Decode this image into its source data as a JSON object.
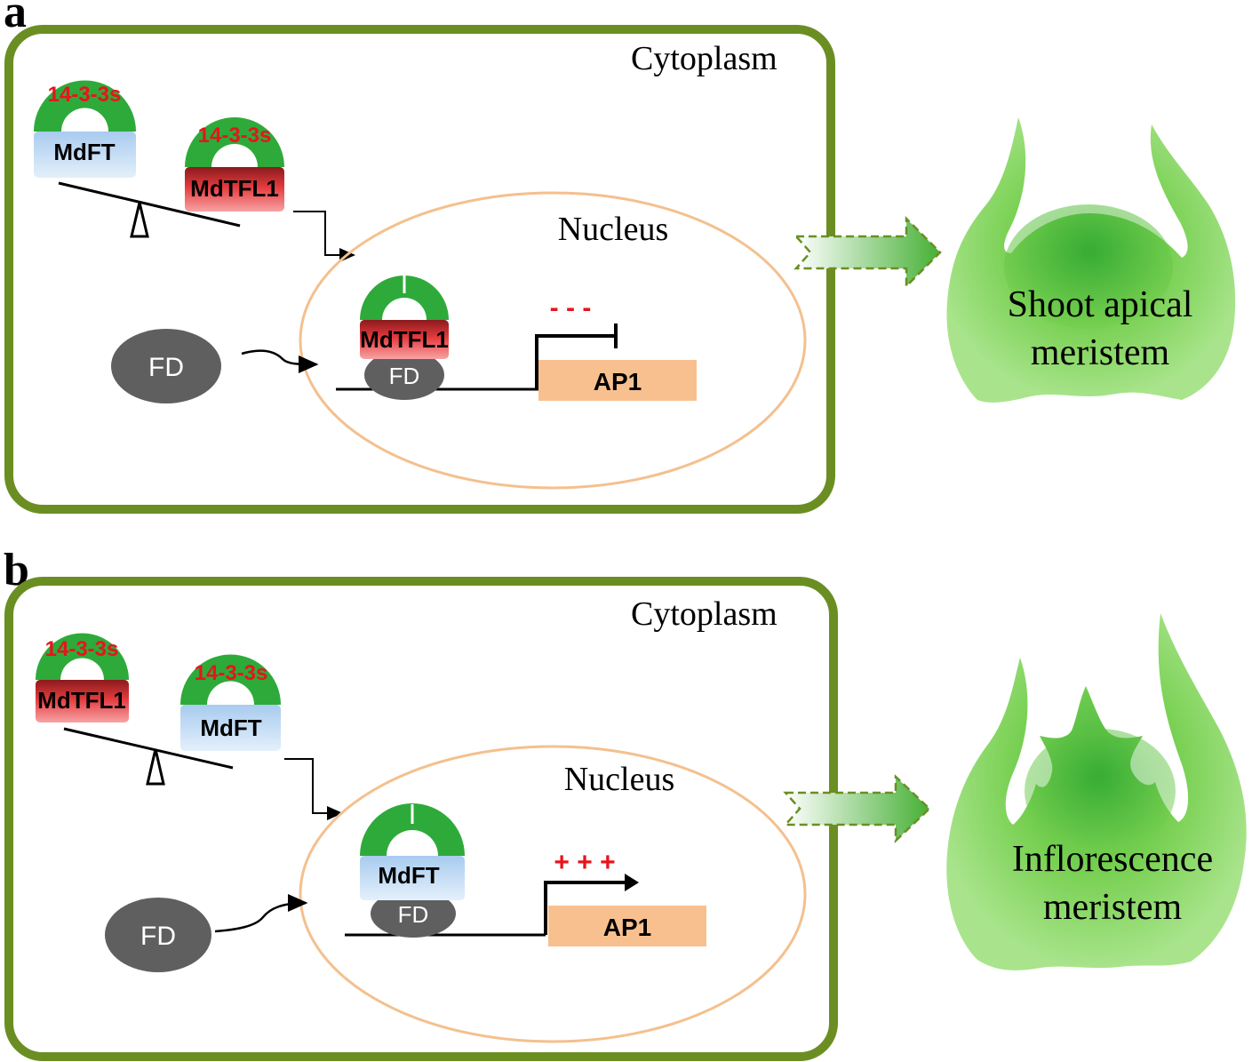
{
  "panels": [
    {
      "letter": "a",
      "cytoplasm": "Cytoplasm",
      "nucleus": "Nucleus",
      "complex_light": {
        "adaptor": "14-3-3s",
        "protein": "MdFT"
      },
      "complex_heavy": {
        "adaptor": "14-3-3s",
        "protein": "MdTFL1"
      },
      "free_fd": "FD",
      "nuclear_protein": "MdTFL1",
      "nuclear_fd": "FD",
      "gene": "AP1",
      "regulation": "- - -",
      "meristem_line1": "Shoot apical",
      "meristem_line2": "meristem"
    },
    {
      "letter": "b",
      "cytoplasm": "Cytoplasm",
      "nucleus": "Nucleus",
      "complex_light": {
        "adaptor": "14-3-3s",
        "protein": "MdTFL1"
      },
      "complex_heavy": {
        "adaptor": "14-3-3s",
        "protein": "MdFT"
      },
      "free_fd": "FD",
      "nuclear_protein": "MdFT",
      "nuclear_fd": "FD",
      "gene": "AP1",
      "regulation": "+ + +",
      "meristem_line1": "Inflorescence",
      "meristem_line2": "meristem"
    }
  ],
  "colors": {
    "cell_wall": "#6b8e23",
    "nucleus_outline": "#f4c08e",
    "adaptor_green": "#2eaa3a",
    "mdft_blue": "#c4dcf2",
    "mdtfl1_red": "#e8474a",
    "fd_grey": "#5f5f5f",
    "ap1_orange": "#f9c08f",
    "meristem_green": "#7fd45a",
    "label_red": "#e8141b"
  }
}
